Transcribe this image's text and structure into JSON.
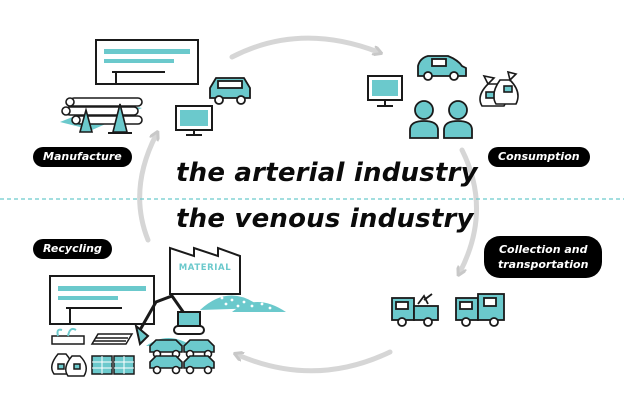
{
  "labels": {
    "manufacture": "Manufacture",
    "consumption": "Consumption",
    "recycling": "Recycling",
    "collection_line1": "Collection and",
    "collection_line2": "transportation"
  },
  "headline": {
    "arterial": "the arterial industry",
    "venous": "the venous industry"
  },
  "building_sign": "MATERIAL",
  "colors": {
    "accent": "#6bc9cc",
    "ink": "#1a1a1a",
    "arrow": "#d3d3d3",
    "divider": "#6bc9cc",
    "label_bg": "#000000"
  },
  "icons": [
    "factory-icon",
    "pipes-icon",
    "traffic-cone-icon",
    "car-icon",
    "monitor-icon",
    "people-icon",
    "bag-icon",
    "truck-icon",
    "excavator-icon",
    "material-pile-icon",
    "wood-icon",
    "paper-bundle-icon",
    "crushed-car-icon",
    "recycling-arrow-icon"
  ]
}
